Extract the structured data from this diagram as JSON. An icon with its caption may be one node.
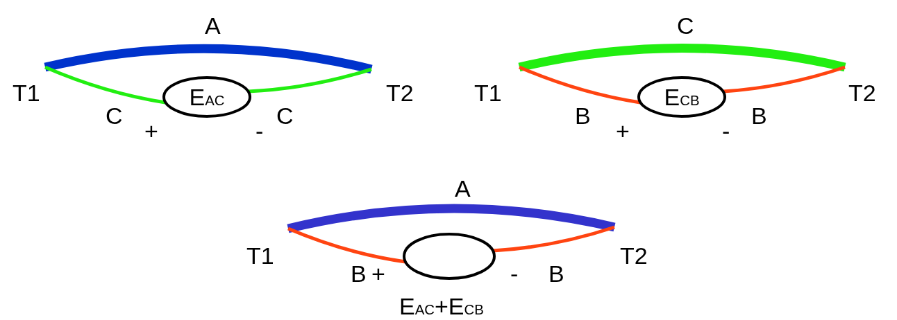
{
  "diagram": {
    "nodes": [
      {
        "text": [
          "T1"
        ]
      },
      {
        "text": [
          "T2"
        ]
      },
      {
        "text": [
          "E$_{AC}$"
        ]
      },
      {
        "text": [
          "T1"
        ]
      },
      {
        "text": [
          "T2"
        ]
      },
      {
        "text": [
          "E$_{CB}$"
        ]
      },
      {
        "text": [
          "T1"
        ]
      },
      {
        "text": [
          "T2"
        ]
      },
      {
        "text": [],
        "shape": "ellipse",
        "beside": [
          "E$_{AC}$+E$_{CB}$"
        ]
      }
    ],
    "edges": [
      {
        "from": 0,
        "to": 1,
        "arrow": "none",
        "label": "A",
        "style": "thick",
        "color": "#0033cc"
      },
      {
        "from": 0,
        "to": 2,
        "arrow": "none",
        "label": "C",
        "color": "#22ee11"
      },
      {
        "from": 2,
        "to": 1,
        "arrow": "none",
        "label": "C",
        "color": "#22ee11"
      },
      {
        "from": 3,
        "to": 4,
        "arrow": "none",
        "label": "C",
        "style": "thick",
        "color": "#22ee11"
      },
      {
        "from": 3,
        "to": 5,
        "arrow": "none",
        "label": "B",
        "color": "#ff4411"
      },
      {
        "from": 5,
        "to": 4,
        "arrow": "none",
        "label": "B",
        "color": "#ff4411"
      },
      {
        "from": 6,
        "to": 7,
        "arrow": "none",
        "label": "A",
        "style": "thick",
        "color": "#3333cc"
      },
      {
        "from": 6,
        "to": 8,
        "arrow": "none",
        "label": "B",
        "color": "#ff4411"
      },
      {
        "from": 8,
        "to": 7,
        "arrow": "none",
        "label": "B",
        "color": "#ff4411"
      }
    ],
    "labels": [
      "+",
      "-",
      "+",
      "-",
      "+",
      "-"
    ]
  }
}
